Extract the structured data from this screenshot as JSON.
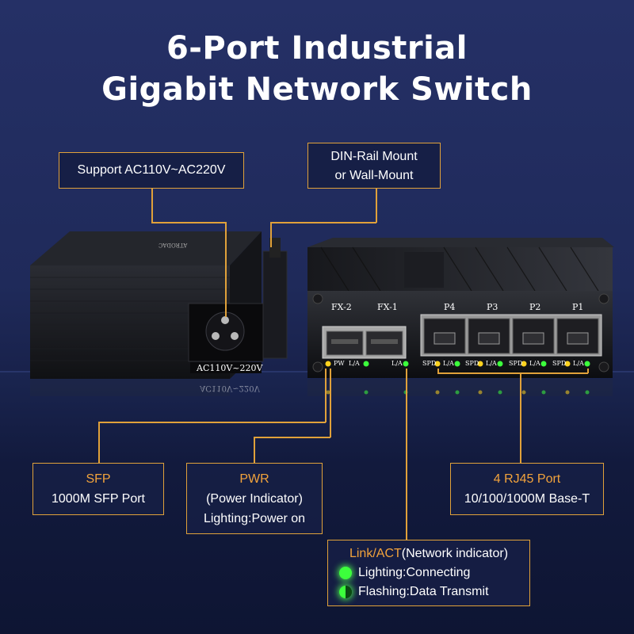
{
  "title": {
    "line1": "6-Port Industrial",
    "line2": "Gigabit Network Switch"
  },
  "callouts": {
    "power_supply": "Support  AC110V~AC220V",
    "mount_line1": "DIN-Rail Mount",
    "mount_line2": "or Wall-Mount",
    "sfp_title": "SFP",
    "sfp_desc": "1000M SFP Port",
    "pwr_title": "PWR",
    "pwr_desc1": "(Power Indicator)",
    "pwr_desc2": "Lighting:Power on",
    "rj45_title": "4 RJ45 Port",
    "rj45_desc": "10/100/1000M Base-T",
    "link_title": "Link/ACT",
    "link_title_suffix": "(Network indicator)",
    "link_lighting": "Lighting:Connecting",
    "link_flashing": "Flashing:Data Transmit"
  },
  "device": {
    "left_label": "AC110V~220V",
    "left_label_reflection": "AC110V~220V",
    "brand": "ATRODAC",
    "port_labels": [
      "FX-2",
      "FX-1",
      "P4",
      "P3",
      "P2",
      "P1"
    ],
    "led_pw": "PW",
    "led_la": "L/A",
    "led_spd": "SPD"
  },
  "colors": {
    "accent": "#e0a13a",
    "highlight_text": "#f2a33c",
    "led_green": "#3cff3c",
    "led_yellow": "#ffd21e",
    "background": "#1f2a5a"
  }
}
